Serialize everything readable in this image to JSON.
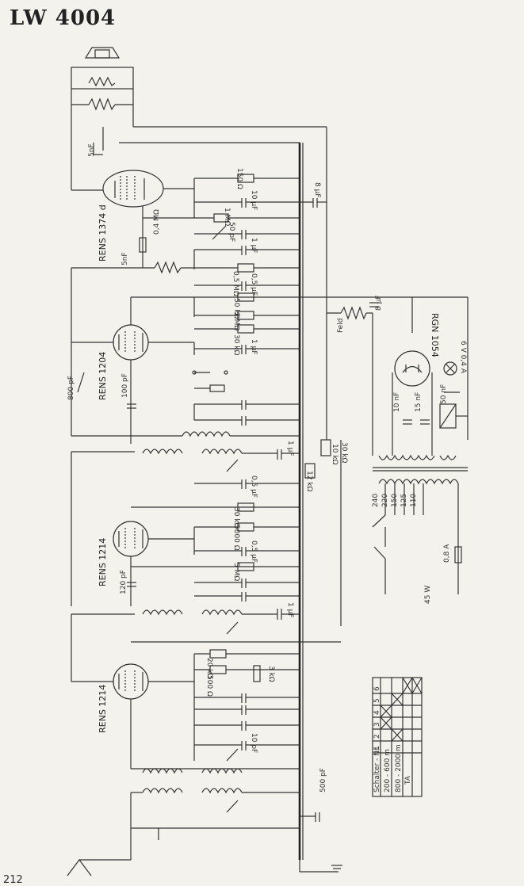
{
  "title": "LW 4004",
  "page_number": "212",
  "tubes": [
    {
      "label": "RENS 1374 d"
    },
    {
      "label": "RENS 1204"
    },
    {
      "label": "RENS 1214"
    },
    {
      "label": "RENS 1214"
    },
    {
      "label": "RGN 1054"
    }
  ],
  "components": {
    "c_5nF_top": "5nF",
    "r_150": "150 Ω",
    "c_8uF_top": "8 μF",
    "c_10uF": "10 μF",
    "r_1MO": "1 MΩ",
    "c_50pF": "50 pF",
    "r_04MO": "0,4 MΩ",
    "c_5nF_mid": "5nF",
    "c_1uF_a": "1 μF",
    "r_05MO": "0,5 MΩ",
    "c_05uF_a": "0,5 μF",
    "r_50kO": "50 kΩ",
    "r_2MO": "2 MΩ",
    "r_30kO": "30 kΩ",
    "c_1uF_b": "1 μF",
    "c_800pF": "800 pF",
    "c_100pF": "100 pF",
    "c_1uF_c": "1 μF",
    "field": "Feld",
    "c_8uF_mid": "8 μF",
    "c_10nF": "10 nF",
    "c_15nF": "15 nF",
    "c_50nF": "50 nF",
    "lamp": "6 V 0,4 A",
    "r_10kO": "10 kΩ",
    "r_30kO_b": "30 kΩ",
    "r_12kO": "12 kΩ",
    "c_05uF_b": "0,5 μF",
    "r_30kO_c": "30 kΩ",
    "r_5000O": "5000 Ω",
    "c_05uF_c": "0,5 μF",
    "r_5MO": "5 MΩ",
    "c_120pF": "120 pF",
    "c_1uF_d": "1 μF",
    "r_20kO": "20 kΩ",
    "r_500O": "500 Ω",
    "r_3kO": "3 kΩ",
    "c_10pF": "10 pF",
    "c_500pF": "500 pF"
  },
  "transformer_taps": [
    "240",
    "220",
    "150",
    "125",
    "110"
  ],
  "fuse": "0,8 A",
  "power": "45 W",
  "switch_table": {
    "headers": [
      "Schalter - Nr.",
      "1",
      "2",
      "3",
      "4",
      "5",
      "6"
    ],
    "rows": [
      "200 - 600 m",
      "800 - 2000 m",
      "TA"
    ]
  }
}
